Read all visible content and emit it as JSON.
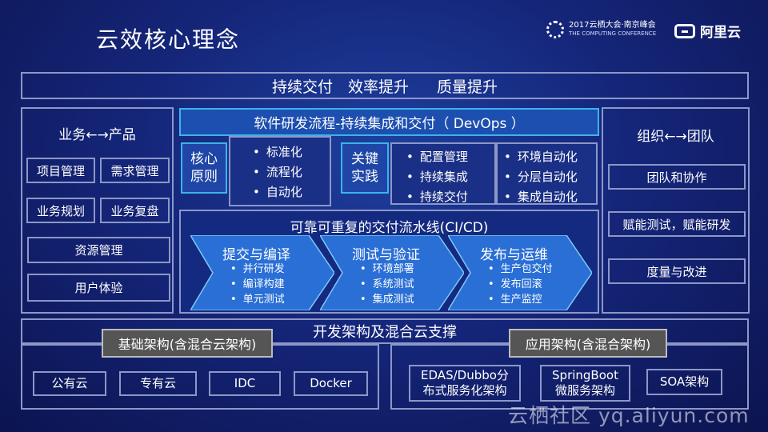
{
  "title": "云效核心理念",
  "conference": {
    "line1": "2017云栖大会·南京峰会",
    "line2": "THE COMPUTING CONFERENCE"
  },
  "brand": "阿里云",
  "top_bar": "持续交付　效率提升　 质量提升",
  "left_panel": {
    "title": "业务←→产品",
    "items": [
      "项目管理",
      "需求管理",
      "业务规划",
      "业务复盘",
      "资源管理",
      "用户体验"
    ]
  },
  "devops_header": "软件研发流程-持续集成和交付（ DevOps ）",
  "core_principles": {
    "label": "核心\n原则",
    "items": [
      "标准化",
      "流程化",
      "自动化"
    ]
  },
  "key_practices": {
    "label": "关键\n实践",
    "col1": [
      "配置管理",
      "持续集成",
      "持续交付"
    ],
    "col2": [
      "环境自动化",
      "分层自动化",
      "集成自动化"
    ]
  },
  "pipeline": {
    "title": "可靠可重复的交付流水线(CI/CD)",
    "stages": [
      {
        "title": "提交与编译",
        "items": [
          "并行研发",
          "编译构建",
          "单元测试"
        ]
      },
      {
        "title": "测试与验证",
        "items": [
          "环境部署",
          "系统测试",
          "集成测试"
        ]
      },
      {
        "title": "发布与运维",
        "items": [
          "生产包交付",
          "发布回滚",
          "生产监控"
        ]
      }
    ]
  },
  "right_panel": {
    "title": "组织←→团队",
    "items": [
      "团队和协作",
      "赋能测试，赋能研发",
      "度量与改进"
    ]
  },
  "bottom_bar": "开发架构及混合云支撑",
  "infra": {
    "label": "基础架构(含混合云架构)",
    "items": [
      "公有云",
      "专有云",
      "IDC",
      "Docker"
    ]
  },
  "app_arch": {
    "label": "应用架构(含混合架构)",
    "items": [
      "EDAS/Dubbo分\n布式服务化架构",
      "SpringBoot\n微服务架构",
      "SOA架构"
    ]
  },
  "watermark": "云栖社区 yq.aliyun.com",
  "colors": {
    "accent_cyan": "#3cb3ea",
    "chevron": "#2a6fd6",
    "border": "#8c97c8",
    "tag_gray": "#555555"
  }
}
